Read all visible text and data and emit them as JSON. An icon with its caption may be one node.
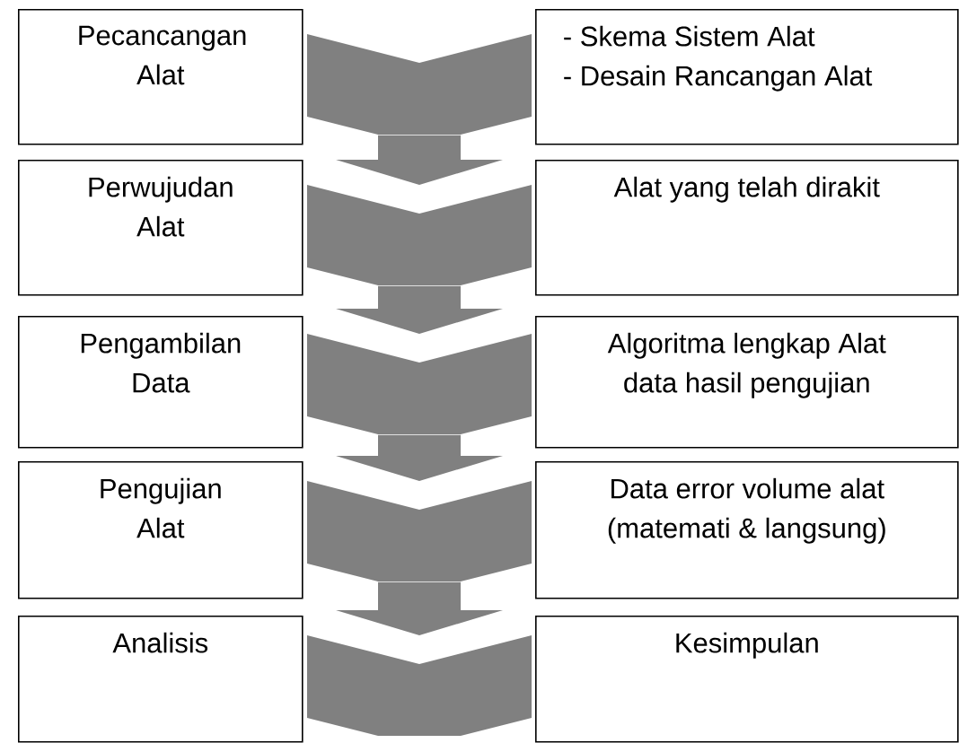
{
  "diagram": {
    "nodes": [
      {
        "text": [
          "Pecancangan Alat"
        ]
      },
      {
        "text": [],
        "shape": "chevron"
      },
      {
        "text": [
          "- Skema Sistem Alat",
          "- Desain Rancangan Alat"
        ]
      },
      {
        "text": [
          "Perwujudan Alat"
        ]
      },
      {
        "text": [],
        "shape": "chevron"
      },
      {
        "text": [
          "Alat yang telah dirakit"
        ]
      },
      {
        "text": [
          "Pengambilan Data"
        ]
      },
      {
        "text": [],
        "shape": "chevron"
      },
      {
        "text": [
          "Algoritma lengkap Alat data hasil pengujian"
        ]
      },
      {
        "text": [
          "Pengujian Alat"
        ]
      },
      {
        "text": [],
        "shape": "chevron"
      },
      {
        "text": [
          "Data error volume alat (matemati & langsung)"
        ]
      },
      {
        "text": [
          "Analisis"
        ]
      },
      {
        "text": [],
        "shape": "chevron"
      },
      {
        "text": [
          "Kesimpulan"
        ]
      }
    ],
    "edges": [
      {
        "from": 1,
        "to": 4,
        "arrow": "to"
      },
      {
        "from": 4,
        "to": 7,
        "arrow": "to"
      },
      {
        "from": 7,
        "to": 10,
        "arrow": "to"
      },
      {
        "from": 10,
        "to": 13,
        "arrow": "to"
      }
    ]
  }
}
